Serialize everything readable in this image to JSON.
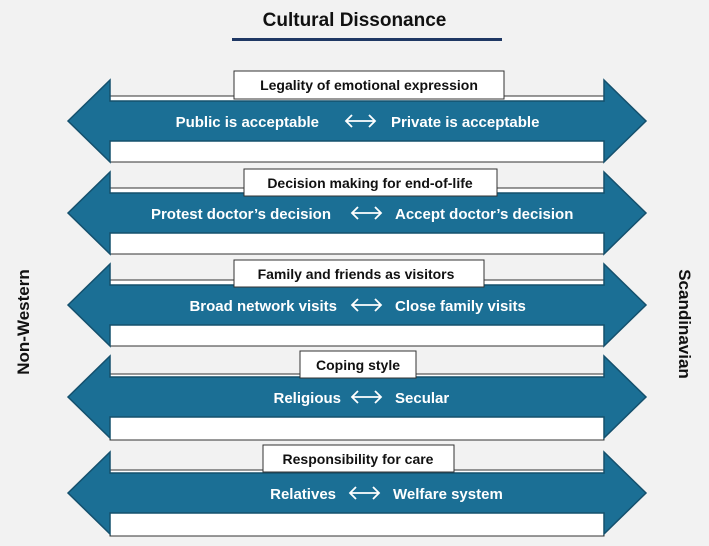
{
  "title": "Cultural Dissonance",
  "left_label": "Non-Western",
  "right_label": "Scandinavian",
  "colors": {
    "arrow_fill": "#1b6f95",
    "arrow_stroke": "#14506d",
    "title_rule": "#1f3864"
  },
  "rows": [
    {
      "label": "Legality of emotional expression",
      "left": "Public is acceptable",
      "right": "Private is acceptable"
    },
    {
      "label": "Decision making for end-of-life",
      "left": "Protest doctor’s decision",
      "right": "Accept doctor’s decision"
    },
    {
      "label": "Family and friends as visitors",
      "left": "Broad network visits",
      "right": "Close family visits"
    },
    {
      "label": "Coping style",
      "left": "Religious",
      "right": "Secular"
    },
    {
      "label": "Responsibility for care",
      "left": "Relatives",
      "right": "Welfare system"
    }
  ]
}
